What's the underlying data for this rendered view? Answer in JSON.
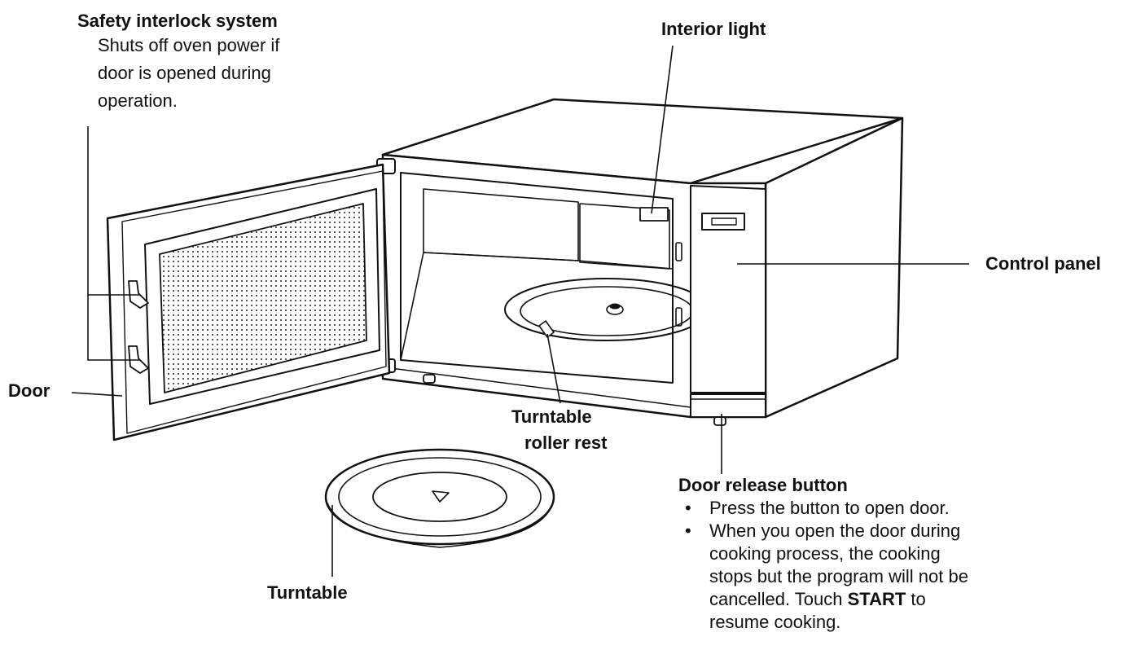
{
  "labels": {
    "safety_interlock": {
      "title": "Safety interlock system",
      "description_lines": [
        "Shuts off oven power if",
        "door is opened during",
        "operation."
      ]
    },
    "interior_light": "Interior light",
    "control_panel": "Control panel",
    "door": "Door",
    "turntable_roller_rest": [
      "Turntable",
      "roller rest"
    ],
    "turntable": "Turntable",
    "door_release": {
      "title": "Door release button",
      "bullet1": "Press the button to open door.",
      "bullet2_lines": [
        "When you open the door during",
        "cooking process, the cooking",
        "stops but the program will not be"
      ],
      "bullet2_pre": "cancelled. Touch ",
      "bullet2_bold": "START",
      "bullet2_post": " to",
      "bullet2_last": "resume cooking."
    }
  }
}
